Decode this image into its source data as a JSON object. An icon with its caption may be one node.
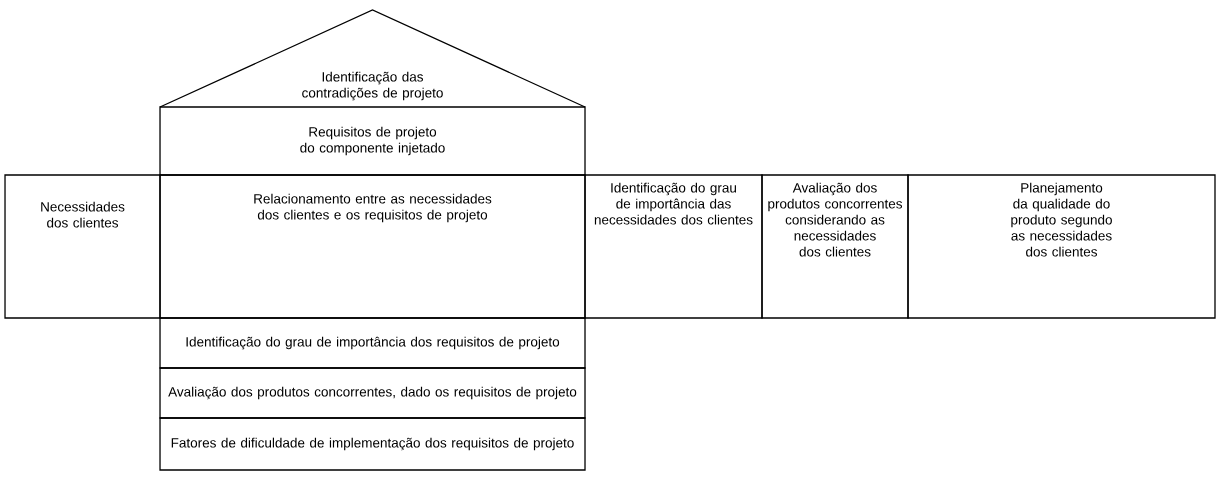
{
  "diagram": {
    "nodes": [
      {
        "text": [
          "Identificação das contradições de projeto"
        ]
      },
      {
        "text": [
          "Requisitos de projeto do componente injetado"
        ]
      },
      {
        "text": [
          "Necessidades dos clientes"
        ]
      },
      {
        "text": [
          "Relacionamento entre as necessidades dos clientes e os requisitos de projeto"
        ]
      },
      {
        "text": [
          "Identificação do grau de importância das necessidades dos clientes"
        ]
      },
      {
        "text": [
          "Avaliação dos produtos concorrentes considerando as necessidades dos clientes"
        ]
      },
      {
        "text": [
          "Planejamento da qualidade do produto segundo as necessidades dos clientes"
        ]
      },
      {
        "text": [
          "Identificação do grau de importância dos requisitos de projeto"
        ]
      },
      {
        "text": [
          "Avaliação dos produtos concorrentes, dado os requisitos de projeto"
        ]
      },
      {
        "text": [
          "Fatores de dificuldade de implementação dos requisitos de projeto"
        ]
      }
    ]
  }
}
